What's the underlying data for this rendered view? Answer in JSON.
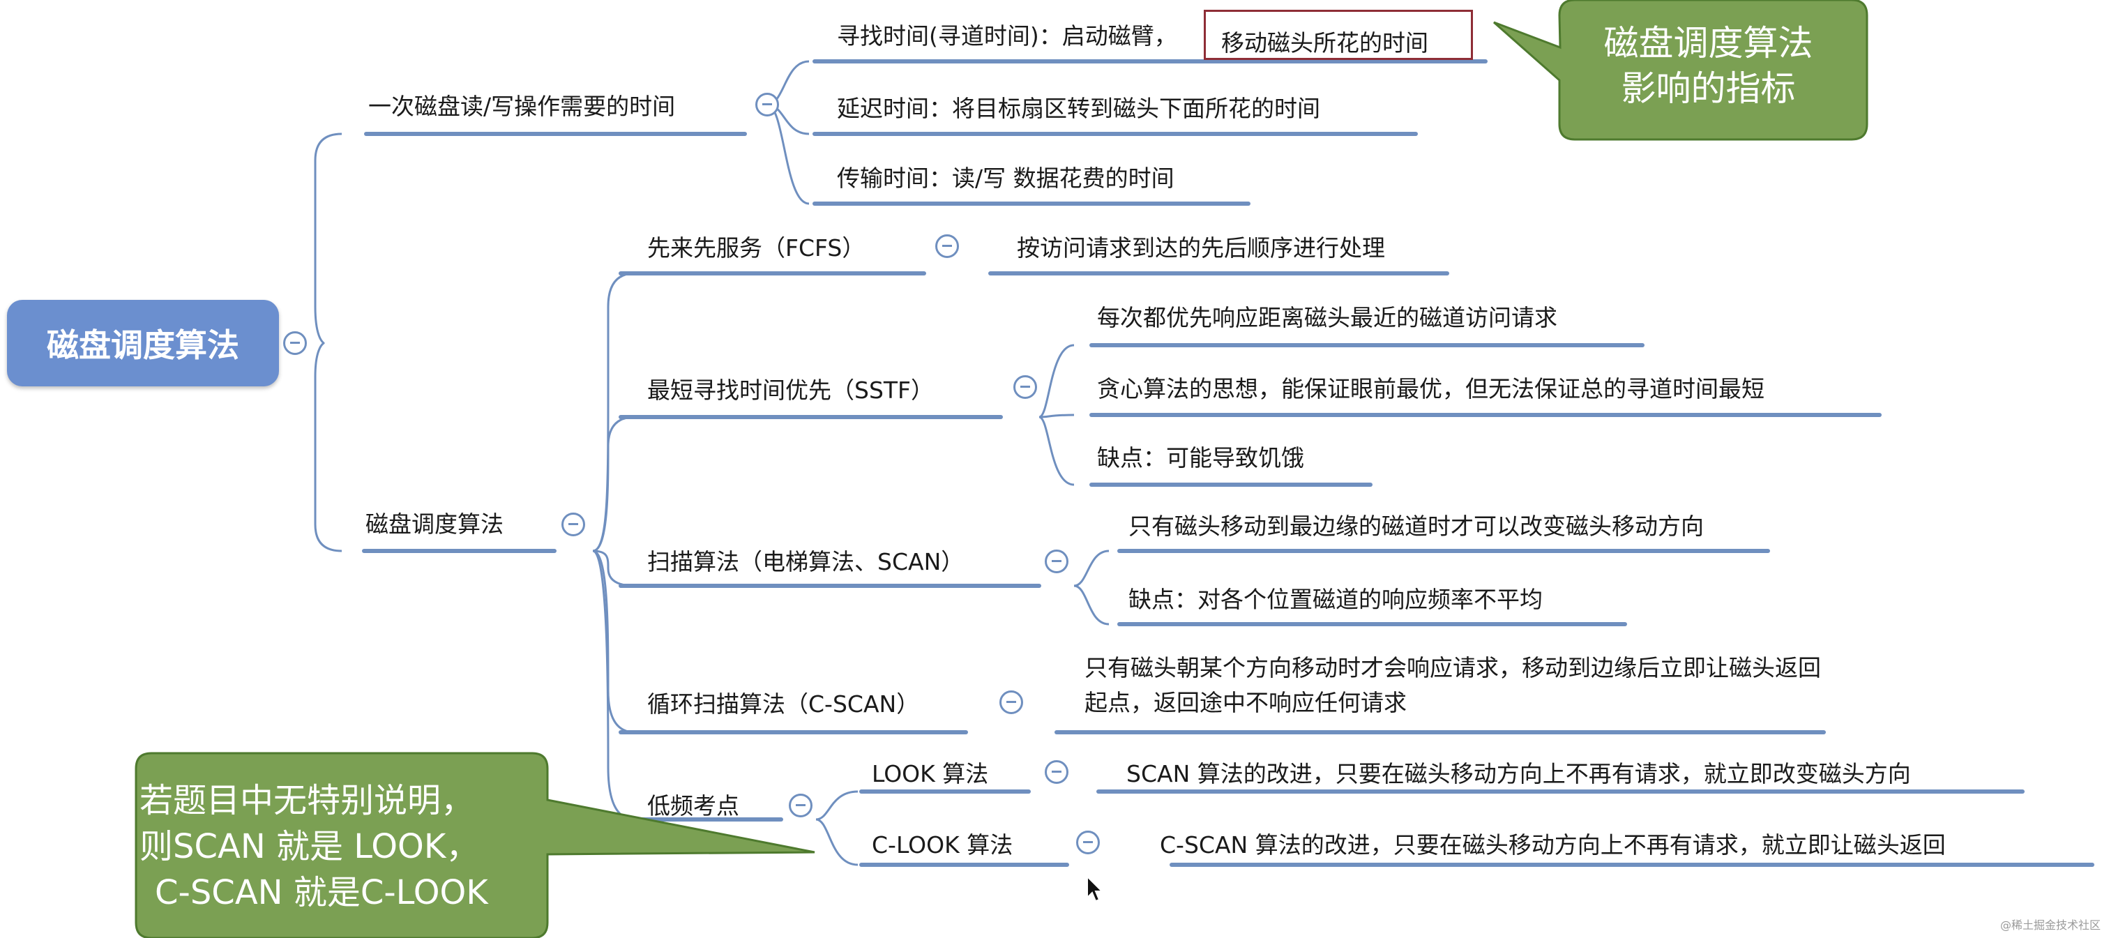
{
  "colors": {
    "branch": "#6f8fbf",
    "root_fill": "#6b8fcf",
    "callout_fill": "#7ba053",
    "callout_border": "#4e7a2e",
    "highlight_border": "#8e2d36"
  },
  "mindmap": {
    "root": "磁盘调度算法",
    "access_time": {
      "title": "一次磁盘读/写操作需要的时间",
      "seek_prefix": "寻找时间(寻道时间)：启动磁臂，",
      "seek_highlight": "移动磁头所花的时间",
      "latency": "延迟时间：将目标扇区转到磁头下面所花的时间",
      "transfer": "传输时间：读/写 数据花费的时间"
    },
    "algorithms": {
      "title": "磁盘调度算法",
      "fcfs": {
        "title": "先来先服务（FCFS）",
        "desc": "按访问请求到达的先后顺序进行处理"
      },
      "sstf": {
        "title": "最短寻找时间优先（SSTF）",
        "points": [
          "每次都优先响应距离磁头最近的磁道访问请求",
          "贪心算法的思想，能保证眼前最优，但无法保证总的寻道时间最短",
          "缺点：可能导致饥饿"
        ]
      },
      "scan": {
        "title": "扫描算法（电梯算法、SCAN）",
        "points": [
          "只有磁头移动到最边缘的磁道时才可以改变磁头移动方向",
          "缺点：对各个位置磁道的响应频率不平均"
        ]
      },
      "cscan": {
        "title": "循环扫描算法（C-SCAN）",
        "desc": "只有磁头朝某个方向移动时才会响应请求，移动到边缘后立即让磁头返回起点，返回途中不响应任何请求"
      },
      "low_freq": {
        "title": "低频考点",
        "look": {
          "title": "LOOK 算法",
          "desc": "SCAN 算法的改进，只要在磁头移动方向上不再有请求，就立即改变磁头方向"
        },
        "clook": {
          "title": "C-LOOK 算法",
          "desc": "C-SCAN 算法的改进，只要在磁头移动方向上不再有请求，就立即让磁头返回"
        }
      }
    }
  },
  "callouts": {
    "top_line1": "磁盘调度算法",
    "top_line2": "影响的指标",
    "bottom_line1": "若题目中无特别说明，",
    "bottom_line2": "则SCAN 就是 LOOK，",
    "bottom_line3": "C-SCAN 就是C-LOOK"
  },
  "watermark": "@稀土掘金技术社区"
}
